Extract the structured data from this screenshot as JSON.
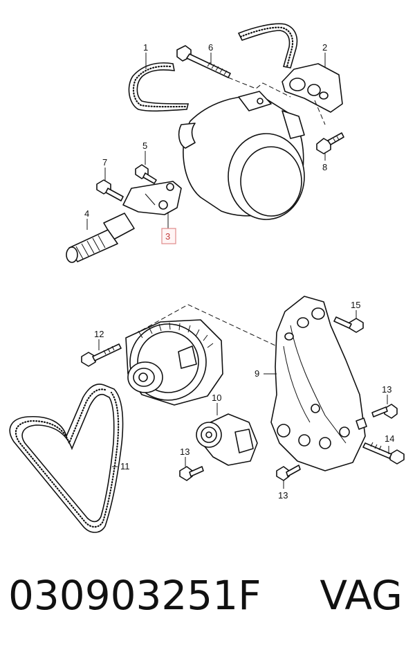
{
  "diagram": {
    "callouts": {
      "c1": "1",
      "c2": "2",
      "c3": "3",
      "c4": "4",
      "c5": "5",
      "c6": "6",
      "c7": "7",
      "c8": "8",
      "c9": "9",
      "c10": "10",
      "c11": "11",
      "c12": "12",
      "c13a": "13",
      "c13b": "13",
      "c13c": "13",
      "c14": "14",
      "c15": "15"
    },
    "highlighted_callout": "3",
    "highlight_color": "#e08a8a"
  },
  "caption": {
    "part_number": "030903251F",
    "brand": "VAG"
  }
}
